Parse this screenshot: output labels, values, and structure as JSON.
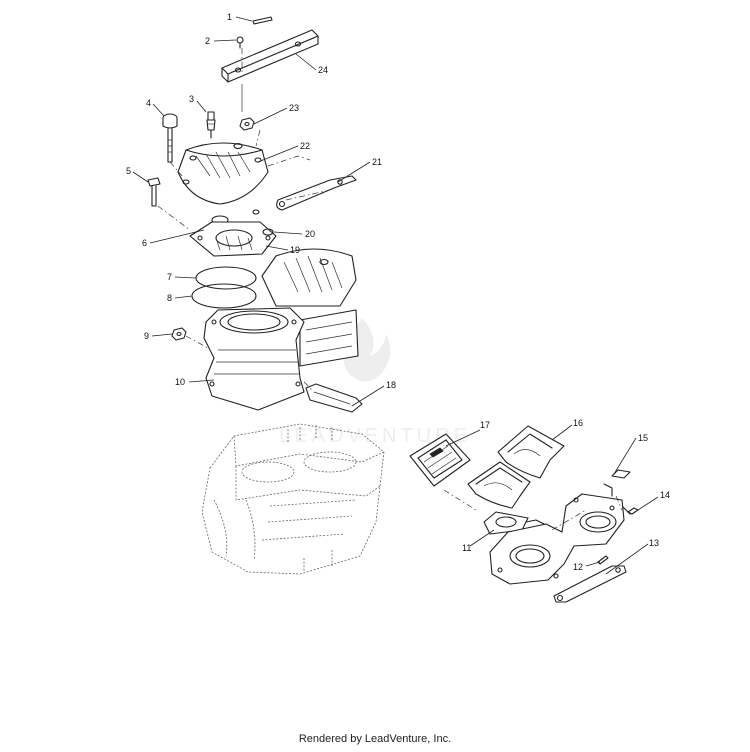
{
  "footer": {
    "credit": "Rendered by LeadVenture, Inc."
  },
  "watermark": {
    "text": "LEADVENTURE"
  },
  "callouts": [
    {
      "n": "1"
    },
    {
      "n": "2"
    },
    {
      "n": "3"
    },
    {
      "n": "4"
    },
    {
      "n": "5"
    },
    {
      "n": "6"
    },
    {
      "n": "7"
    },
    {
      "n": "8"
    },
    {
      "n": "9"
    },
    {
      "n": "10"
    },
    {
      "n": "11"
    },
    {
      "n": "12"
    },
    {
      "n": "13"
    },
    {
      "n": "14"
    },
    {
      "n": "15"
    },
    {
      "n": "16"
    },
    {
      "n": "17"
    },
    {
      "n": "18"
    },
    {
      "n": "19"
    },
    {
      "n": "20"
    },
    {
      "n": "21"
    },
    {
      "n": "22"
    },
    {
      "n": "23"
    },
    {
      "n": "24"
    }
  ]
}
